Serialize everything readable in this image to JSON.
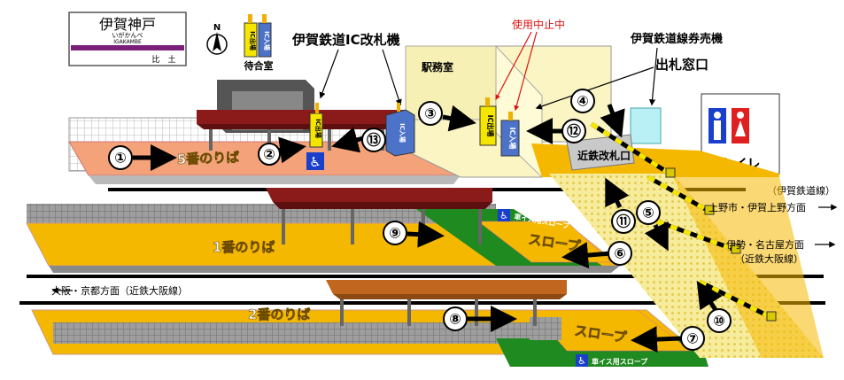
{
  "station_sign": {
    "name": "伊賀神戸",
    "kana": "いがかんべ",
    "romaji": "IGAKAMBE",
    "next": "比　土"
  },
  "compass": {
    "north": "N"
  },
  "labels": {
    "waiting_room": "待合室",
    "ic_gate_iga": "伊賀鉄道IC改札機",
    "out_of_service": "使用中止中",
    "station_office": "駅務室",
    "iga_ticket_machine": "伊賀鉄道線券売機",
    "exit_window": "出札窓口",
    "kintetsu_gate": "近鉄改札口",
    "toilet": "トイレ",
    "ic_out": "IC出場",
    "ic_in": "IC入場",
    "slope": "スロープ",
    "wheelchair_slope": "車イス用スロープ"
  },
  "platforms": {
    "p5": "5番のりば",
    "p1": "1番のりば",
    "p2": "2番のりば"
  },
  "directions": {
    "iga_line": "（伊賀鉄道線）",
    "ueno": "上野市・伊賀上野方面",
    "ise_nagoya": "伊勢・名古屋方面",
    "kintetsu_osaka_r": "（近鉄大阪線）",
    "osaka_kyoto": "大阪・京都方面（近鉄大阪線）"
  },
  "steps": [
    "①",
    "②",
    "③",
    "④",
    "⑤",
    "⑥",
    "⑦",
    "⑧",
    "⑨",
    "⑩",
    "⑪",
    "⑫",
    "⑬"
  ],
  "colors": {
    "platform_yellow": "#f5b800",
    "platform_orange": "#f4a27a",
    "roof_brown": "#8b1a1a",
    "slope_green": "#1f8a1f",
    "accessible_blue": "#1a3fcc",
    "gate_yellow": "#f5e600",
    "gate_blue": "#4d73c9",
    "pale_yellow": "#fbf5c4"
  }
}
